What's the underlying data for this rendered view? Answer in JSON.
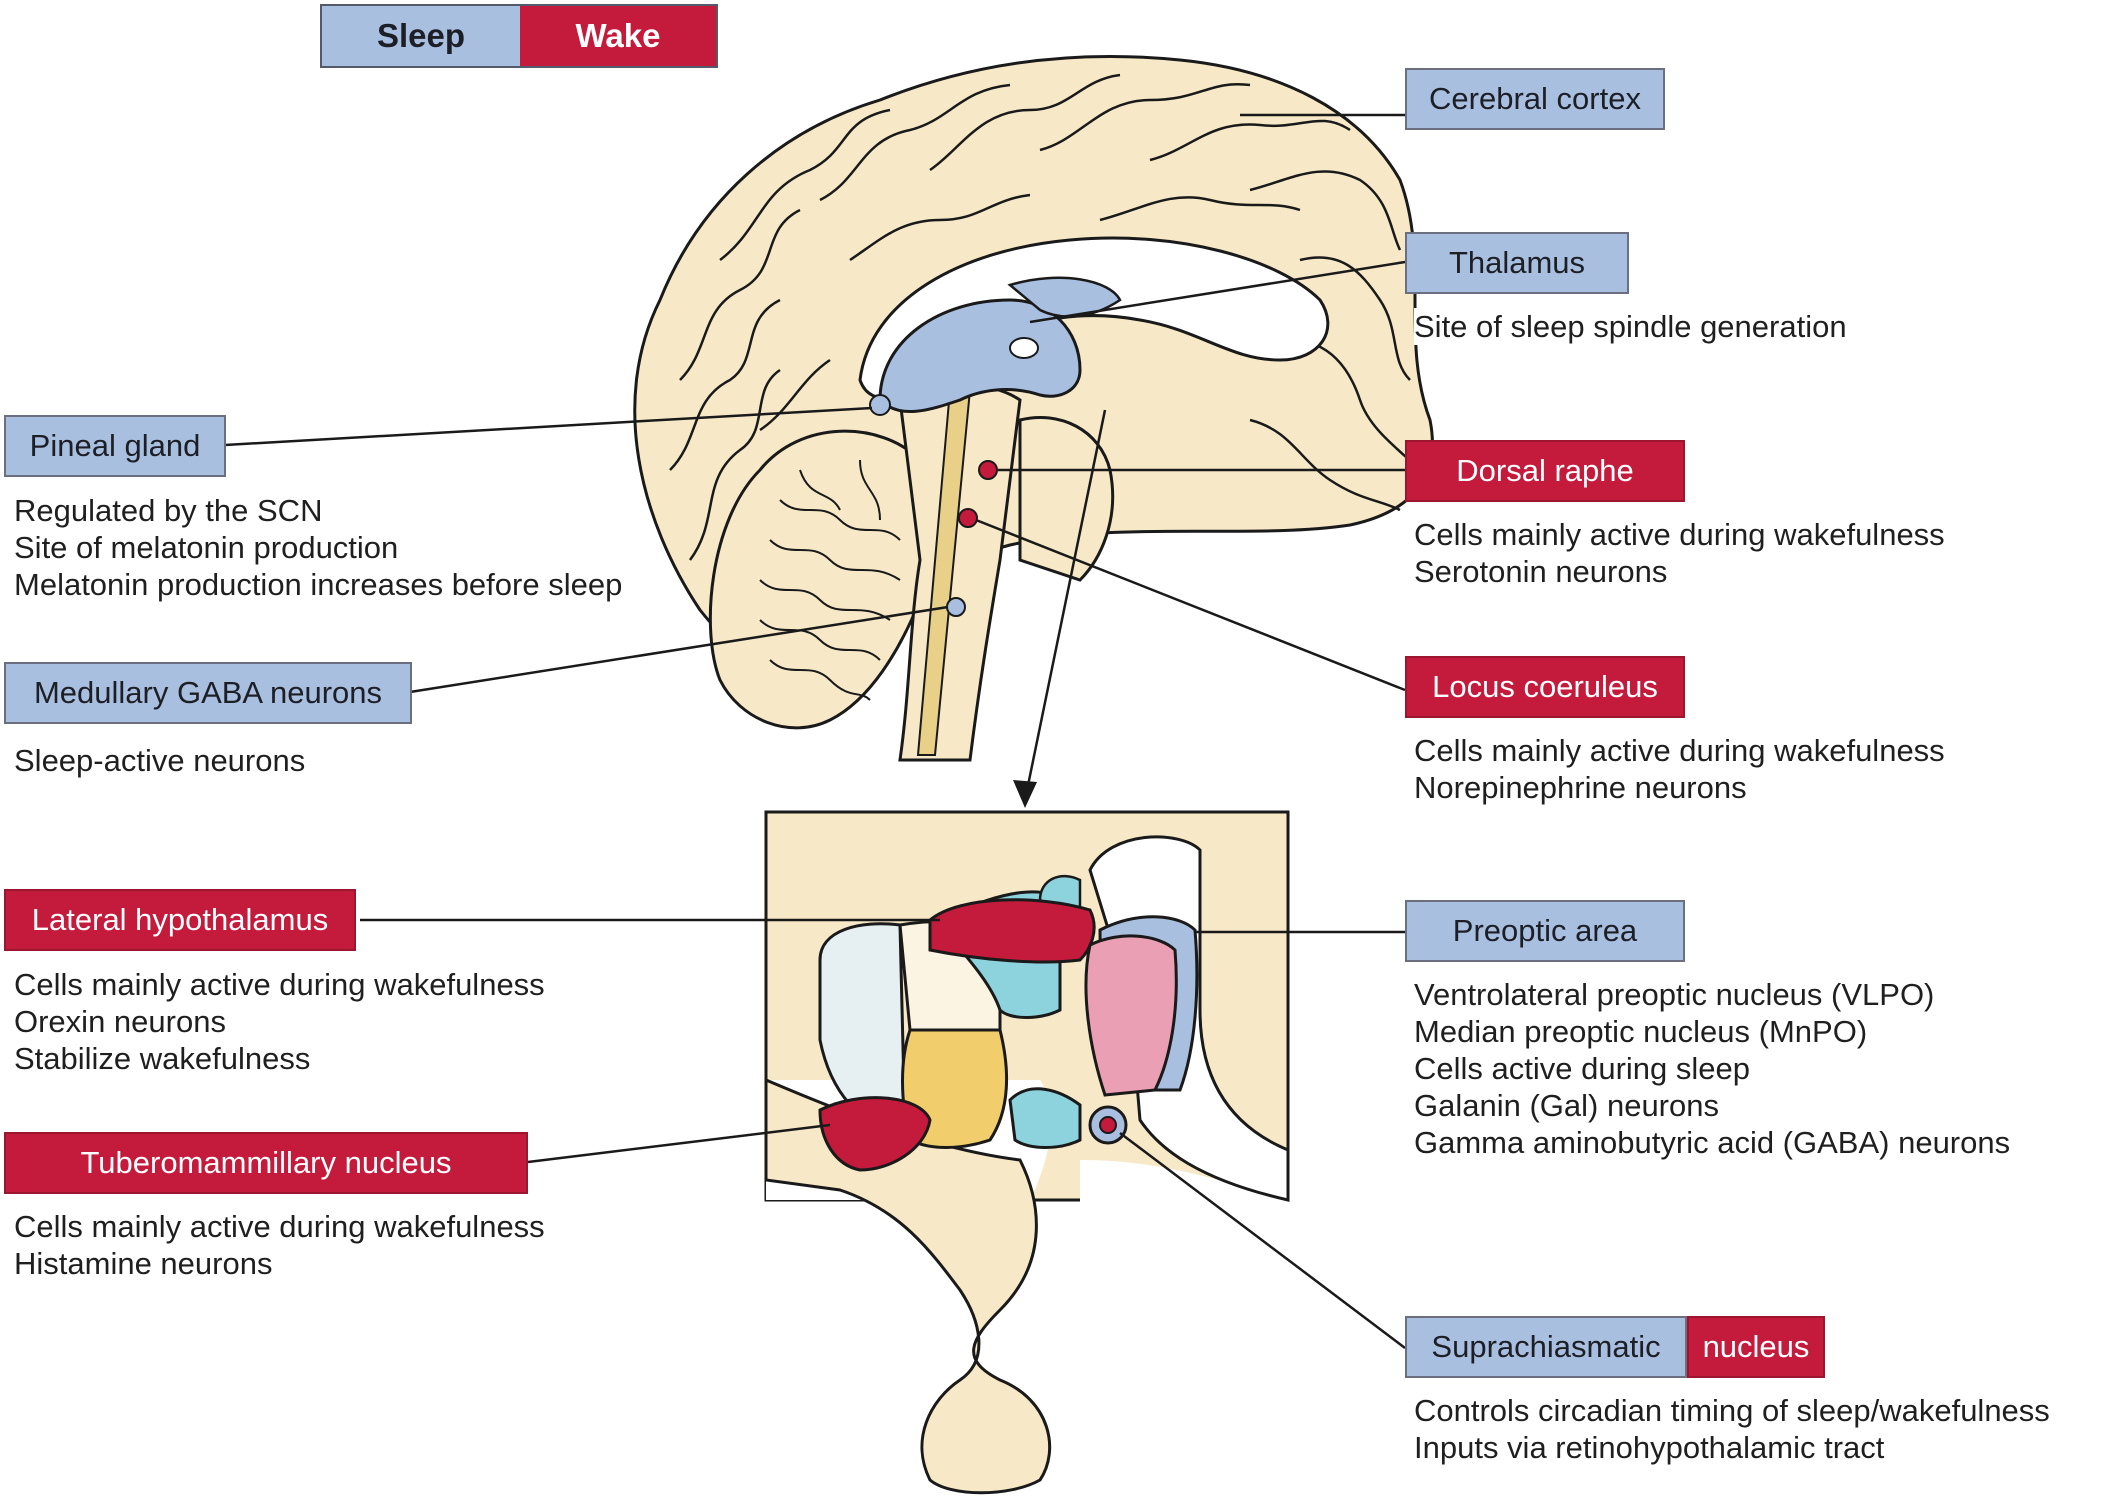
{
  "legend": {
    "sleep": "Sleep",
    "wake": "Wake"
  },
  "colors": {
    "sleep": "#a9bfe0",
    "wake": "#c41a3b",
    "brain": "#f7e9c8",
    "outline": "#1a1a1a"
  },
  "labels": {
    "cerebral_cortex": {
      "title": "Cerebral cortex"
    },
    "thalamus": {
      "title": "Thalamus",
      "lines": [
        "Site of sleep spindle generation"
      ]
    },
    "pineal_gland": {
      "title": "Pineal gland",
      "lines": [
        "Regulated by the SCN",
        "Site of melatonin production",
        "Melatonin production increases before sleep"
      ]
    },
    "dorsal_raphe": {
      "title": "Dorsal raphe",
      "lines": [
        "Cells mainly active during wakefulness",
        "Serotonin neurons"
      ]
    },
    "medullary_gaba": {
      "title": "Medullary GABA neurons",
      "lines": [
        "Sleep-active neurons"
      ]
    },
    "locus_coeruleus": {
      "title": "Locus coeruleus",
      "lines": [
        "Cells mainly active during wakefulness",
        "Norepinephrine neurons"
      ]
    },
    "lateral_hypothalamus": {
      "title": "Lateral hypothalamus",
      "lines": [
        "Cells mainly active during wakefulness",
        "Orexin neurons",
        "Stabilize wakefulness"
      ]
    },
    "preoptic_area": {
      "title": "Preoptic area",
      "lines": [
        "Ventrolateral preoptic nucleus (VLPO)",
        "Median preoptic nucleus (MnPO)",
        "Cells active during sleep",
        "Galanin (Gal) neurons",
        "Gamma aminobutyric acid (GABA) neurons"
      ]
    },
    "tuberomammillary": {
      "title": "Tuberomammillary nucleus",
      "lines": [
        "Cells mainly active during wakefulness",
        "Histamine neurons"
      ]
    },
    "scn": {
      "title_sleep_part": "Suprachiasmatic",
      "title_wake_part": "nucleus",
      "lines": [
        "Controls circadian timing of sleep/wakefulness",
        "Inputs via retinohypothalamic tract"
      ]
    }
  }
}
